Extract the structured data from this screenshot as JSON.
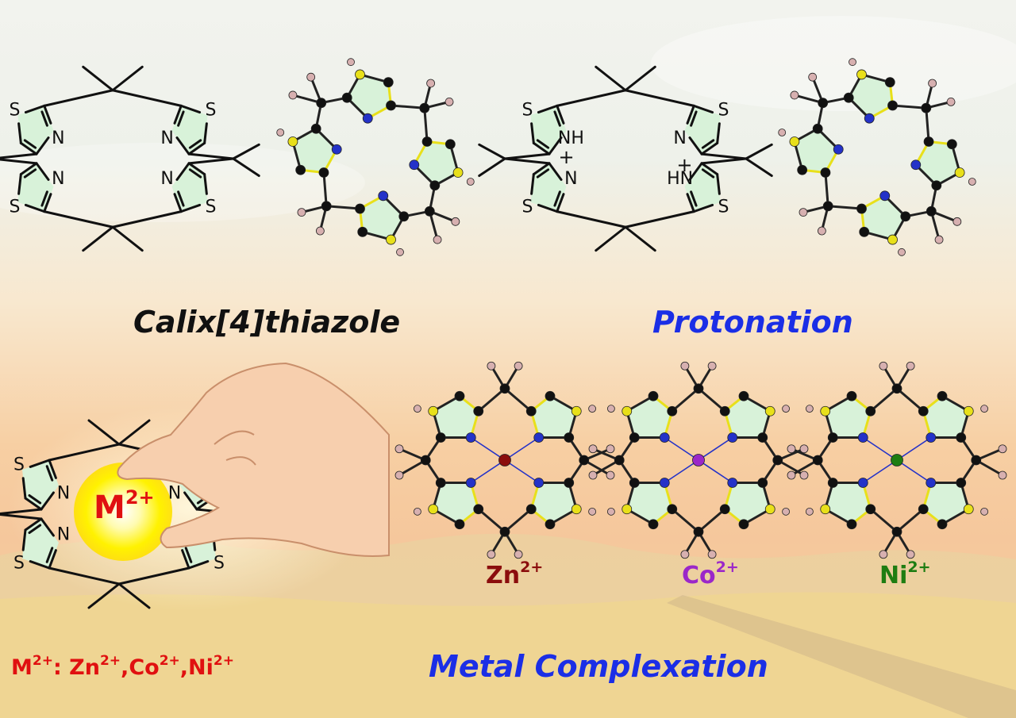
{
  "labels": {
    "calix": "Calix[4]thiazole",
    "protonation": "Protonation",
    "metal_complexation": "Metal Complexation"
  },
  "atoms": {
    "S": "S",
    "N": "N",
    "NH": "NH",
    "HN": "HN",
    "plus": "+"
  },
  "metal_center": {
    "base": "M",
    "charge": "2+"
  },
  "metal_list": {
    "prefix": "M",
    "prefix_charge": "2+",
    "sep": ": ",
    "items": [
      {
        "base": "Zn",
        "charge": "2+",
        "after": ","
      },
      {
        "base": "Co",
        "charge": "2+",
        "after": ","
      },
      {
        "base": "Ni",
        "charge": "2+",
        "after": ""
      }
    ]
  },
  "complexes": [
    {
      "base": "Zn",
      "charge": "2+",
      "color": "#8b0d0d"
    },
    {
      "base": "Co",
      "charge": "2+",
      "color": "#9b27c9"
    },
    {
      "base": "Ni",
      "charge": "2+",
      "color": "#1e7d12"
    }
  ],
  "colors": {
    "label_black": "#111111",
    "label_blue": "#1b2ee6",
    "metal_red": "#e01010",
    "ring_fill": "#d8f2d9",
    "sulfur": "#e8e01a",
    "nitrogen": "#2432c8",
    "carbon": "#111111",
    "hydrogen": "#d7b0b0"
  }
}
